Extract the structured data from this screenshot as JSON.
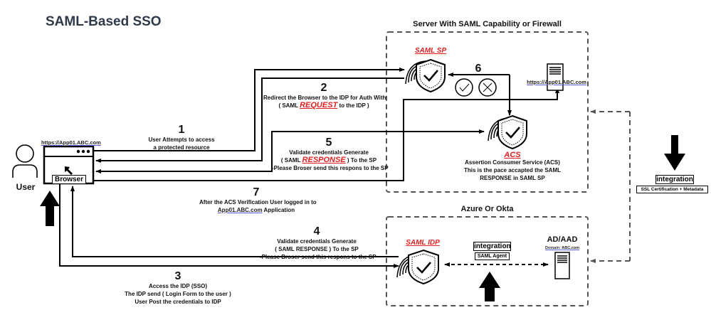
{
  "title": "SAML-Based SSO",
  "user": {
    "label": "User"
  },
  "browser": {
    "url": "https://App01.ABC.com",
    "label": "Browser"
  },
  "server_group": {
    "title": "Server With SAML Capability or Firewall",
    "saml_sp": {
      "label": "SAML SP"
    },
    "app_server": {
      "url": "https://App01.ABC.com"
    },
    "acs": {
      "label": "ACS",
      "line1": "Assertion Consumer Service (ACS)",
      "line2": "This is the pace accapted the SAML",
      "line3": "RESPONSE in SAML SP"
    }
  },
  "idp_group": {
    "title": "Azure Or Okta",
    "saml_idp": {
      "label": "SAML IDP"
    },
    "integration": {
      "label": "integration",
      "sub": "SAML Agent"
    },
    "directory": {
      "label": "AD/AAD",
      "domain_prefix": "Domain: ",
      "domain": "ABC.com"
    }
  },
  "external_integration": {
    "label": "integration",
    "sub": "SSL Certification + Metadata"
  },
  "steps": {
    "s1": {
      "num": "1",
      "line1": "User Attempts to access",
      "line2": "a protected resource"
    },
    "s2": {
      "num": "2",
      "line1": "Redirect the Browser to the IDP for Auth With",
      "pre": "( SAML ",
      "em": "REQUEST",
      "post": "  to the IDP )"
    },
    "s3": {
      "num": "3",
      "line1": "Access the IDP (SSO)",
      "line2": "The IDP send ( Login Form to the user )",
      "line3": "User Post the credentials to IDP"
    },
    "s4": {
      "num": "4",
      "line1": "Validate credentials Generate",
      "line2": "( SAML RESPONSE ) To the SP",
      "line3": "-Please Broser send this respons to the SP"
    },
    "s5": {
      "num": "5",
      "line1": "Validate credentials Generate",
      "pre": "( SAML ",
      "em": "RESPONSE",
      "post": " ) To the SP",
      "line3": "-Please Broser send this respons to the SP"
    },
    "s6": {
      "num": "6"
    },
    "s7": {
      "num": "7",
      "line1": "After the ACS Verification User logged in to",
      "link": "App01.ABC.com",
      "line2_post": " Application"
    }
  }
}
